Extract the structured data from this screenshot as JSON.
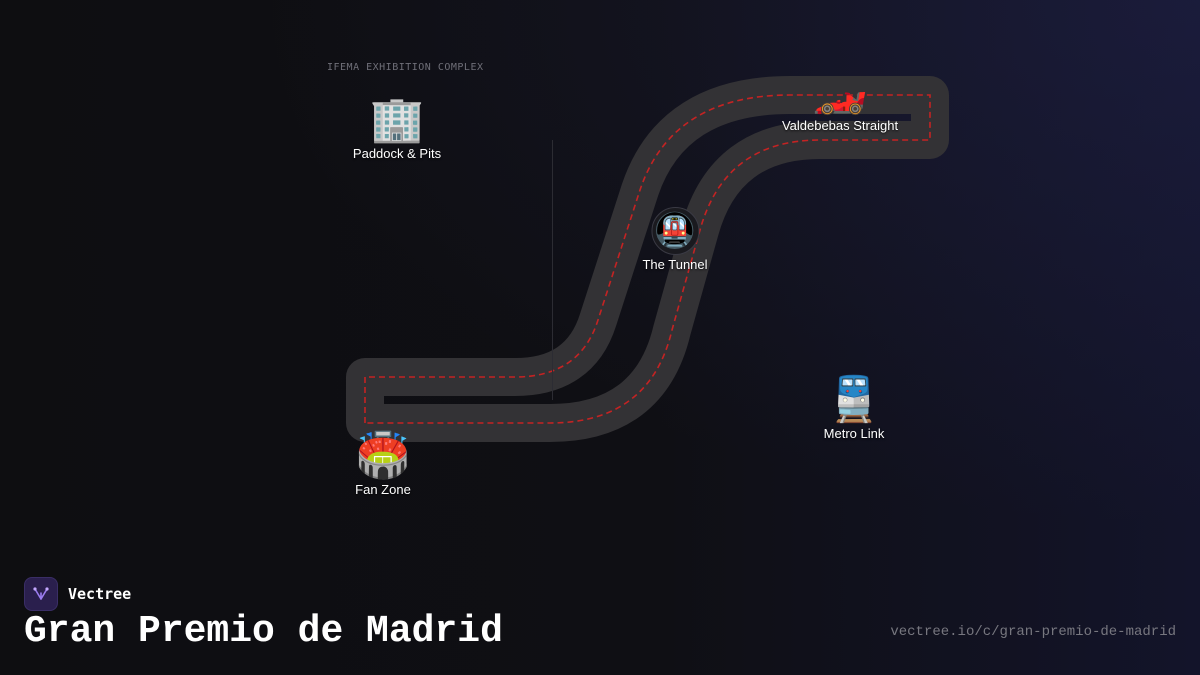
{
  "map": {
    "zone_label": "IFEMA EXHIBITION COMPLEX",
    "track_color": "#333235",
    "racing_line_color": "#c42323",
    "points_of_interest": [
      {
        "id": "paddock",
        "icon": "office-building-icon",
        "glyph": "🏢",
        "label": "Paddock & Pits"
      },
      {
        "id": "valdebebas",
        "icon": "race-car-icon",
        "glyph": "🏎️",
        "label": "Valdebebas Straight"
      },
      {
        "id": "tunnel",
        "icon": "train-front-icon",
        "glyph": "🚇",
        "label": "The Tunnel"
      },
      {
        "id": "metro",
        "icon": "light-rail-icon",
        "glyph": "🚆",
        "label": "Metro Link"
      },
      {
        "id": "fanzone",
        "icon": "stadium-icon",
        "glyph": "🏟️",
        "label": "Fan Zone"
      }
    ]
  },
  "footer": {
    "brand_name": "Vectree",
    "brand_icon": "vectree-logo-icon",
    "title": "Gran Premio de Madrid",
    "url": "vectree.io/c/gran-premio-de-madrid"
  }
}
